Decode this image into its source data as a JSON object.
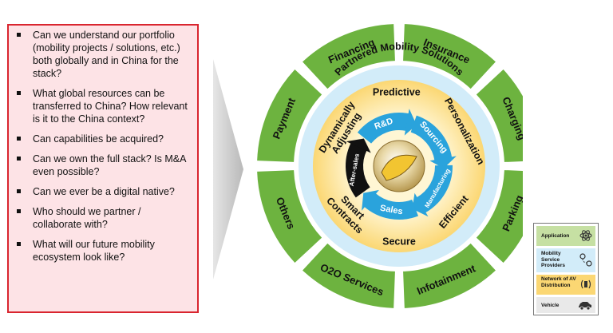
{
  "questions": [
    "Can we understand our portfolio (mobility projects / solutions, etc.) both globally and in China for the stack?",
    "What global resources can be transferred to China? How relevant is it to the China context?",
    "Can capabilities be acquired?",
    "Can we own the full stack? Is M&A even possible?",
    "Can we ever be a digital native?",
    "Who should we partner / collaborate with?",
    "What will our future mobility ecosystem look like?"
  ],
  "outer_ring": [
    "Financing",
    "Insurance",
    "Charging",
    "Parking",
    "Infotainment",
    "O2O Services",
    "Others",
    "Payment"
  ],
  "middle_ring_label": "Partnered Mobility Solutions",
  "inner_ring": [
    "Predictive",
    "Personalization",
    "Efficient",
    "Secure",
    "Smart Contracts",
    "Dynamically Adjusting"
  ],
  "cycle": [
    "R&D",
    "Sourcing",
    "Manufacturing",
    "Sales",
    "After-sales"
  ],
  "legend": [
    "Application",
    "Mobility Service Providers",
    "Network of AV Distribution",
    "Vehicle"
  ],
  "colors": {
    "outer_green": "#6db33f",
    "middle_blue": "#d2ecf9",
    "inner_yellow": "#fbd773",
    "cycle_blue": "#2aa3dc",
    "cycle_black": "#111111",
    "box_border": "#d9252f",
    "box_fill": "#fde3e6"
  }
}
